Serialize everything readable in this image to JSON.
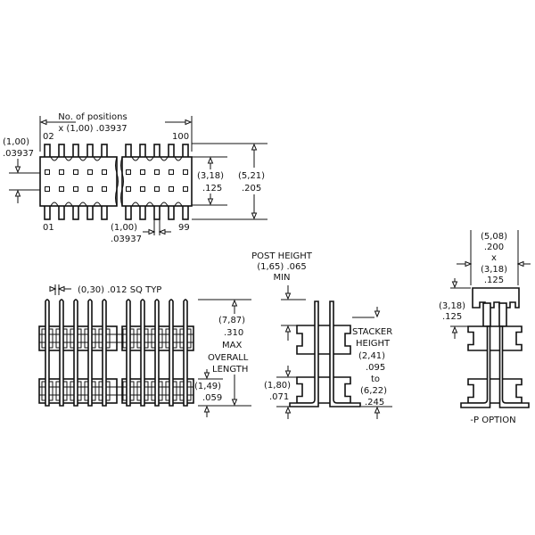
{
  "top_view": {
    "positions_label": "No. of positions",
    "positions_pitch": "x (1,00) .03937",
    "pin_02": "02",
    "pin_100": "100",
    "pin_01": "01",
    "pin_99": "99",
    "row_pitch_mm": "(1,00)",
    "row_pitch_in": ".03937",
    "pin_pitch_mm": "(1,00)",
    "pin_pitch_in": ".03937",
    "body_height_mm": "(3,18)",
    "body_height_in": ".125",
    "overall_height_mm": "(5,21)",
    "overall_height_in": ".205"
  },
  "side_view": {
    "post_size": "(0,30) .012 SQ TYP",
    "length_mm": "(7,87)",
    "length_in": ".310",
    "length_max": "MAX",
    "length_overall": "OVERALL",
    "length_label": "LENGTH",
    "tail_mm": "(1,49)",
    "tail_in": ".059"
  },
  "end_view": {
    "post_height": "POST HEIGHT",
    "post_height_value": "(1,65) .065",
    "post_height_min": "MIN",
    "stacker": "STACKER",
    "height": "HEIGHT",
    "stack_min_mm": "(2,41)",
    "stack_min_in": ".095",
    "to": "to",
    "stack_max_mm": "(6,22)",
    "stack_max_in": ".245",
    "base_mm": "(1,80)",
    "base_in": ".071"
  },
  "p_option": {
    "cap_w_mm": "(5,08)",
    "cap_w_in": ".200",
    "x": "x",
    "cap_d_mm": "(3,18)",
    "cap_d_in": ".125",
    "cap_h_mm": "(3,18)",
    "cap_h_in": ".125",
    "label": "-P OPTION"
  }
}
